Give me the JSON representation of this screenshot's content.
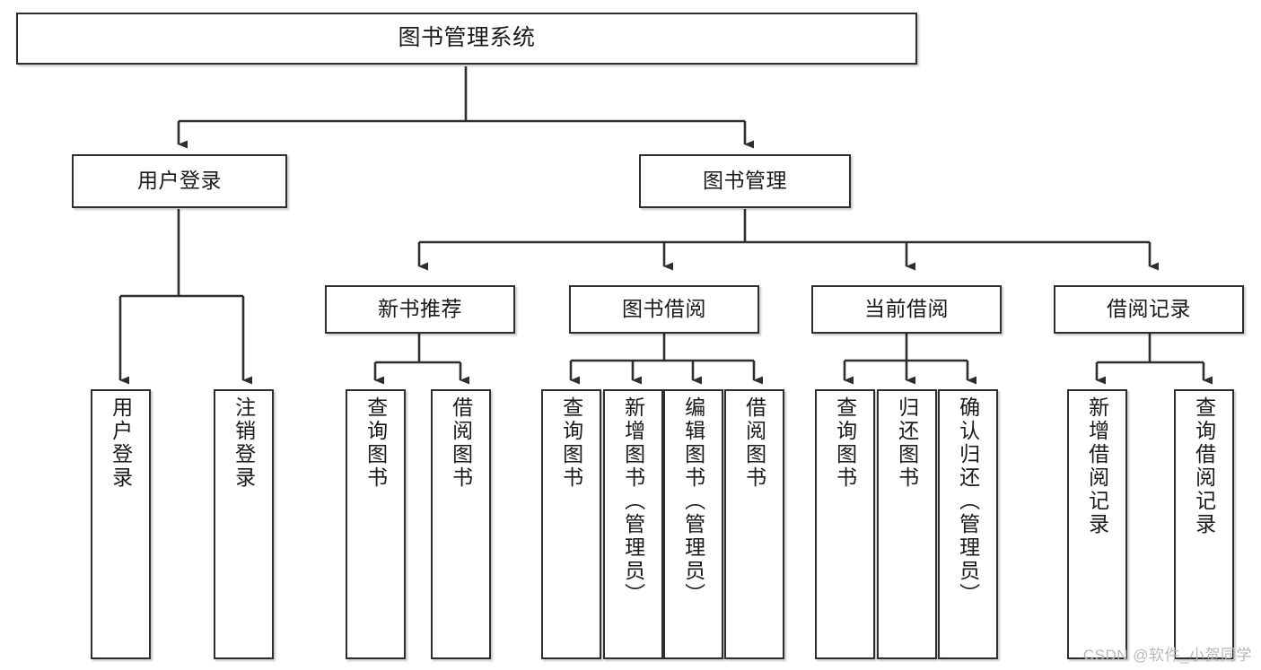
{
  "diagram": {
    "type": "tree-hierarchy",
    "title": "图书管理系统",
    "watermark": "CSDN @软件_小贺同学",
    "colors": {
      "stroke": "#2e2e2e",
      "fill": "#ffffff",
      "text": "#1a1a1a",
      "watermark": "#b8b8b8"
    },
    "nodes": {
      "root": {
        "label": "图书管理系统",
        "orientation": "horizontal"
      },
      "level1": [
        {
          "id": "user-login",
          "label": "用户登录",
          "orientation": "horizontal"
        },
        {
          "id": "book-manage",
          "label": "图书管理",
          "orientation": "horizontal"
        }
      ],
      "level2": [
        {
          "id": "new-book-recommend",
          "label": "新书推荐",
          "orientation": "horizontal"
        },
        {
          "id": "book-borrow",
          "label": "图书借阅",
          "orientation": "horizontal"
        },
        {
          "id": "current-borrow",
          "label": "当前借阅",
          "orientation": "horizontal"
        },
        {
          "id": "borrow-record",
          "label": "借阅记录",
          "orientation": "horizontal"
        }
      ],
      "leaves": [
        {
          "id": "leaf-user-login",
          "label": "用户登录",
          "parent": "user-login",
          "orientation": "vertical"
        },
        {
          "id": "leaf-logout-login",
          "label": "注销登录",
          "parent": "user-login",
          "orientation": "vertical"
        },
        {
          "id": "leaf-query-book-1",
          "label": "查询图书",
          "parent": "new-book-recommend",
          "orientation": "vertical"
        },
        {
          "id": "leaf-borrow-book-1",
          "label": "借阅图书",
          "parent": "new-book-recommend",
          "orientation": "vertical"
        },
        {
          "id": "leaf-query-book-2",
          "label": "查询图书",
          "parent": "book-borrow",
          "orientation": "vertical"
        },
        {
          "id": "leaf-add-book",
          "label": "新增图书（管理员）",
          "parent": "book-borrow",
          "orientation": "vertical"
        },
        {
          "id": "leaf-edit-book",
          "label": "编辑图书（管理员）",
          "parent": "book-borrow",
          "orientation": "vertical"
        },
        {
          "id": "leaf-borrow-book-2",
          "label": "借阅图书",
          "parent": "book-borrow",
          "orientation": "vertical"
        },
        {
          "id": "leaf-query-book-3",
          "label": "查询图书",
          "parent": "current-borrow",
          "orientation": "vertical"
        },
        {
          "id": "leaf-return-book",
          "label": "归还图书",
          "parent": "current-borrow",
          "orientation": "vertical"
        },
        {
          "id": "leaf-confirm-return",
          "label": "确认归还（管理员）",
          "parent": "current-borrow",
          "orientation": "vertical"
        },
        {
          "id": "leaf-add-record",
          "label": "新增借阅记录",
          "parent": "borrow-record",
          "orientation": "vertical"
        },
        {
          "id": "leaf-query-record",
          "label": "查询借阅记录",
          "parent": "borrow-record",
          "orientation": "vertical"
        }
      ]
    }
  }
}
